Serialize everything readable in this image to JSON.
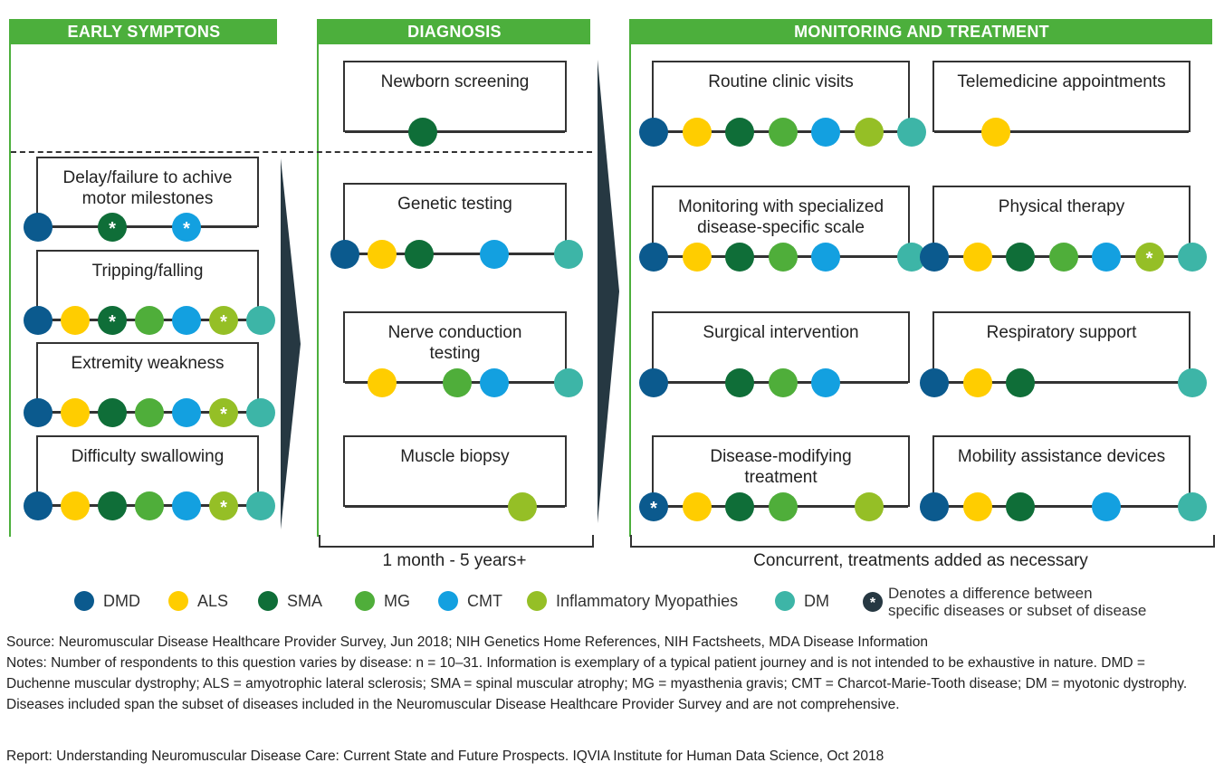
{
  "colors": {
    "DMD": "#0b5a8e",
    "ALS": "#ffcd00",
    "SMA": "#0f6e38",
    "MG": "#4fae3a",
    "CMT": "#13a0e0",
    "IM": "#95bf26",
    "DM": "#3db5a7",
    "accent": "#4caf3c"
  },
  "headers": {
    "early": "EARLY SYMPTONS",
    "diagnosis": "DIAGNOSIS",
    "monitoring": "MONITORING AND TREATMENT"
  },
  "symptoms": [
    {
      "label": "Delay/failure to achive\nmotor milestones",
      "dots": [
        {
          "d": "DMD"
        },
        {
          "d": "SMA",
          "star": true
        },
        {
          "d": "CMT",
          "star": true
        }
      ]
    },
    {
      "label": "Tripping/falling",
      "dots": [
        {
          "d": "DMD"
        },
        {
          "d": "ALS"
        },
        {
          "d": "SMA",
          "star": true
        },
        {
          "d": "MG"
        },
        {
          "d": "CMT"
        },
        {
          "d": "IM",
          "star": true
        },
        {
          "d": "DM"
        }
      ]
    },
    {
      "label": "Extremity weakness",
      "dots": [
        {
          "d": "DMD"
        },
        {
          "d": "ALS"
        },
        {
          "d": "SMA"
        },
        {
          "d": "MG"
        },
        {
          "d": "CMT"
        },
        {
          "d": "IM",
          "star": true
        },
        {
          "d": "DM"
        }
      ]
    },
    {
      "label": "Difficulty swallowing",
      "dots": [
        {
          "d": "DMD"
        },
        {
          "d": "ALS"
        },
        {
          "d": "SMA"
        },
        {
          "d": "MG"
        },
        {
          "d": "CMT"
        },
        {
          "d": "IM",
          "star": true
        },
        {
          "d": "DM"
        }
      ]
    }
  ],
  "diagnosis": [
    {
      "label": "Newborn screening",
      "dots": [
        {
          "d": "SMA"
        }
      ]
    },
    {
      "label": "Genetic testing",
      "dots": [
        {
          "d": "DMD"
        },
        {
          "d": "ALS"
        },
        {
          "d": "SMA"
        },
        {
          "d": "CMT"
        },
        {
          "d": "DM"
        }
      ]
    },
    {
      "label": "Nerve conduction\ntesting",
      "dots": [
        {
          "d": "ALS"
        },
        {
          "d": "MG"
        },
        {
          "d": "CMT"
        },
        {
          "d": "DM"
        }
      ]
    },
    {
      "label": "Muscle biopsy",
      "dots": [
        {
          "d": "IM"
        }
      ]
    }
  ],
  "monitoring": [
    {
      "label": "Routine clinic visits",
      "dots": [
        {
          "d": "DMD"
        },
        {
          "d": "ALS"
        },
        {
          "d": "SMA"
        },
        {
          "d": "MG"
        },
        {
          "d": "CMT"
        },
        {
          "d": "IM"
        },
        {
          "d": "DM"
        }
      ]
    },
    {
      "label": "Telemedicine appointments",
      "dots": [
        {
          "d": "ALS"
        }
      ]
    },
    {
      "label": "Monitoring with specialized\ndisease-specific scale",
      "dots": [
        {
          "d": "DMD"
        },
        {
          "d": "ALS"
        },
        {
          "d": "SMA"
        },
        {
          "d": "MG"
        },
        {
          "d": "CMT"
        },
        {
          "d": "DM"
        }
      ]
    },
    {
      "label": "Physical therapy",
      "dots": [
        {
          "d": "DMD"
        },
        {
          "d": "ALS"
        },
        {
          "d": "SMA"
        },
        {
          "d": "MG"
        },
        {
          "d": "CMT"
        },
        {
          "d": "IM",
          "star": true
        },
        {
          "d": "DM"
        }
      ]
    },
    {
      "label": "Surgical intervention",
      "dots": [
        {
          "d": "DMD"
        },
        {
          "d": "SMA"
        },
        {
          "d": "MG"
        },
        {
          "d": "CMT"
        }
      ]
    },
    {
      "label": "Respiratory support",
      "dots": [
        {
          "d": "DMD"
        },
        {
          "d": "ALS"
        },
        {
          "d": "SMA"
        },
        {
          "d": "DM"
        }
      ]
    },
    {
      "label": "Disease-modifying\ntreatment",
      "dots": [
        {
          "d": "DMD",
          "star": true
        },
        {
          "d": "ALS"
        },
        {
          "d": "SMA"
        },
        {
          "d": "MG"
        },
        {
          "d": "IM"
        }
      ]
    },
    {
      "label": "Mobility assistance devices",
      "dots": [
        {
          "d": "DMD"
        },
        {
          "d": "ALS"
        },
        {
          "d": "SMA"
        },
        {
          "d": "CMT"
        },
        {
          "d": "DM"
        }
      ]
    }
  ],
  "brackets": {
    "diagnosis": "1 month - 5 years+",
    "monitoring": "Concurrent, treatments added as necessary"
  },
  "legend": [
    {
      "key": "DMD",
      "label": "DMD"
    },
    {
      "key": "ALS",
      "label": "ALS"
    },
    {
      "key": "SMA",
      "label": "SMA"
    },
    {
      "key": "MG",
      "label": "MG"
    },
    {
      "key": "CMT",
      "label": "CMT"
    },
    {
      "key": "IM",
      "label": "Inflammatory Myopathies"
    },
    {
      "key": "DM",
      "label": "DM"
    }
  ],
  "legend_star": {
    "symbol": "*",
    "label": "Denotes a difference between\nspecific diseases or subset of disease"
  },
  "footer": {
    "source": "Source: Neuromuscular Disease Healthcare Provider Survey, Jun 2018; NIH Genetics Home References, NIH Factsheets, MDA Disease Information",
    "notes": "Notes: Number of respondents to this question varies by disease: n = 10–31. Information is exemplary of a typical patient journey and is not intended to be exhaustive in nature. DMD = Duchenne muscular dystrophy; ALS = amyotrophic lateral sclerosis; SMA = spinal muscular atrophy; MG = myasthenia gravis; CMT = Charcot-Marie-Tooth disease; DM = myotonic dystrophy. Diseases included span the subset of diseases included in the Neuromuscular Disease Healthcare Provider Survey and are not comprehensive.",
    "report": "Report: Understanding Neuromuscular Disease Care: Current State and Future Prospects. IQVIA Institute for Human Data Science, Oct 2018"
  }
}
